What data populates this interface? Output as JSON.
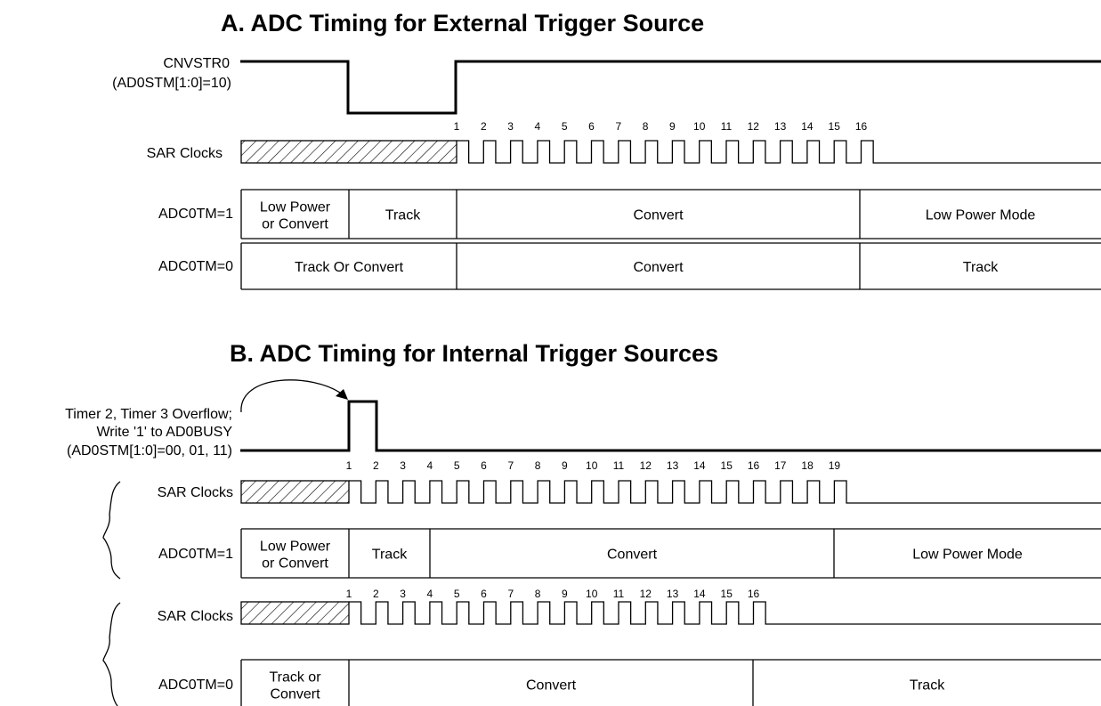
{
  "section_a": {
    "title": "A. ADC Timing for External Trigger Source",
    "trigger_label_1": "CNVSTR0",
    "trigger_label_2": "(AD0STM[1:0]=10)",
    "sar_label": "SAR Clocks",
    "clock_numbers": [
      "1",
      "2",
      "3",
      "4",
      "5",
      "6",
      "7",
      "8",
      "9",
      "10",
      "11",
      "12",
      "13",
      "14",
      "15",
      "16"
    ],
    "row1_label": "ADC0TM=1",
    "row1_segments": [
      [
        "Low Power",
        "or Convert"
      ],
      [
        "Track"
      ],
      [
        "Convert"
      ],
      [
        "Low Power Mode"
      ]
    ],
    "row2_label": "ADC0TM=0",
    "row2_segments": [
      [
        "Track Or Convert"
      ],
      [
        "Convert"
      ],
      [
        "Track"
      ]
    ]
  },
  "section_b": {
    "title": "B. ADC Timing for Internal Trigger Sources",
    "trigger_label_1": "Timer 2, Timer 3 Overflow;",
    "trigger_label_2": "Write '1' to AD0BUSY",
    "trigger_label_3": "(AD0STM[1:0]=00, 01, 11)",
    "group1": {
      "sar_label": "SAR Clocks",
      "clock_numbers": [
        "1",
        "2",
        "3",
        "4",
        "5",
        "6",
        "7",
        "8",
        "9",
        "10",
        "11",
        "12",
        "13",
        "14",
        "15",
        "16",
        "17",
        "18",
        "19"
      ],
      "row_label": "ADC0TM=1",
      "segments": [
        [
          "Low Power",
          "or Convert"
        ],
        [
          "Track"
        ],
        [
          "Convert"
        ],
        [
          "Low Power Mode"
        ]
      ]
    },
    "group2": {
      "sar_label": "SAR Clocks",
      "clock_numbers": [
        "1",
        "2",
        "3",
        "4",
        "5",
        "6",
        "7",
        "8",
        "9",
        "10",
        "11",
        "12",
        "13",
        "14",
        "15",
        "16"
      ],
      "row_label": "ADC0TM=0",
      "segments": [
        [
          "Track or",
          "Convert"
        ],
        [
          "Convert"
        ],
        [
          "Track"
        ]
      ]
    }
  }
}
